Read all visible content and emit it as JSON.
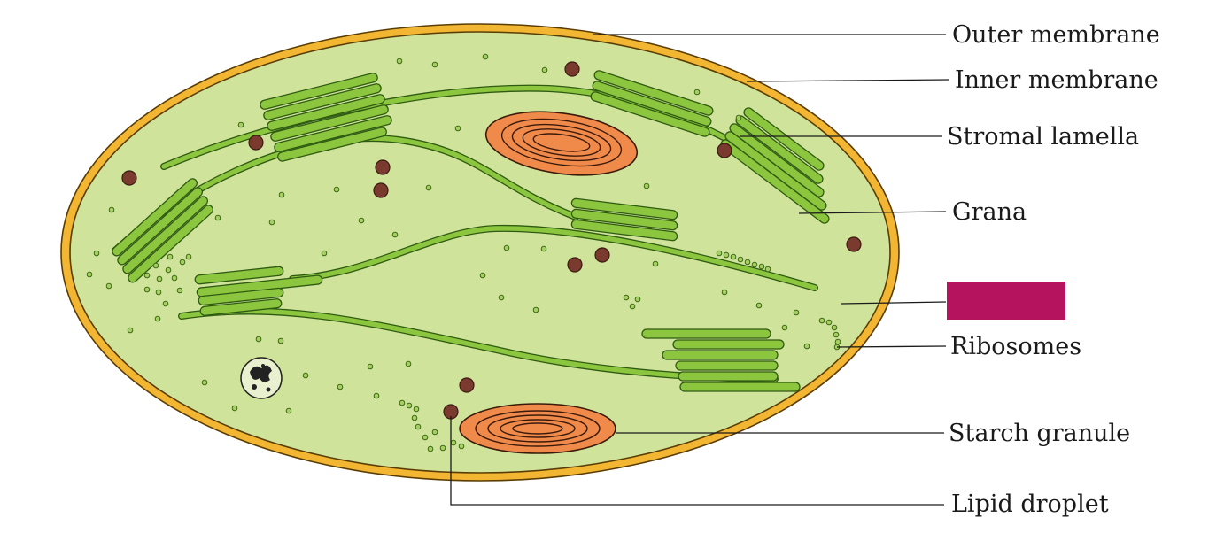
{
  "labels": {
    "outer_membrane": "Outer membrane",
    "inner_membrane": "Inner membrane",
    "stromal_lamella": "Stromal lamella",
    "grana": "Grana",
    "ribosomes": "Ribosomes",
    "starch_granule": "Starch granule",
    "lipid_droplet": "Lipid droplet"
  },
  "colors": {
    "outer_membrane": "#f2b632",
    "stroma": "#cfe39a",
    "thylakoid": "#8cc63f",
    "thylakoid_outline": "#2f5a12",
    "starch_granule": "#f08a4b",
    "lipid_droplet": "#7a3b2e",
    "hidden_label_box": "#b5135e"
  }
}
